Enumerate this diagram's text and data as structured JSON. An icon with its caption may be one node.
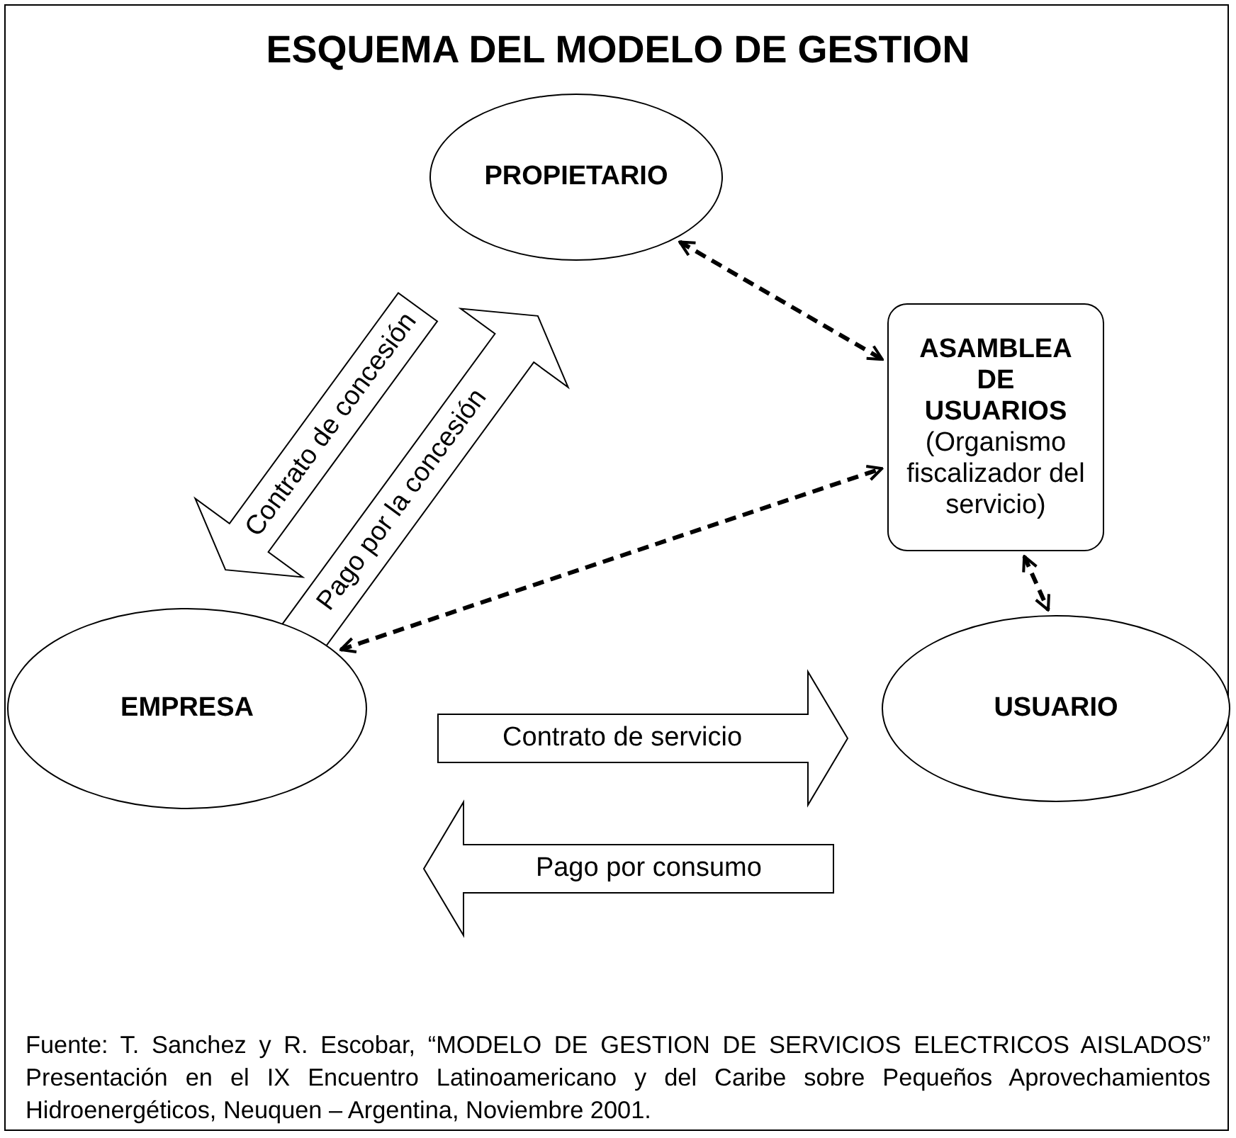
{
  "diagram": {
    "title": "ESQUEMA DEL MODELO DE GESTION",
    "caption": "Fuente: T. Sanchez y R. Escobar, “MODELO DE GESTION DE SERVICIOS ELECTRICOS AISLADOS” Presentación en el IX Encuentro Latinoamericano y del Caribe sobre Pequeños Aprovechamientos Hidroenergéticos, Neuquen – Argentina, Noviembre 2001.",
    "nodes": [
      {
        "text": [
          "PROPIETARIO"
        ]
      },
      {
        "text": [
          "ASAMBLEA DE USUARIOS",
          "(Organismo fiscalizador del servicio)"
        ]
      },
      {
        "text": [
          "EMPRESA"
        ]
      },
      {
        "text": [
          "USUARIO"
        ]
      }
    ],
    "edges": [
      {
        "from": 0,
        "to": 1,
        "arrow": "both",
        "style": "dashed"
      },
      {
        "from": 2,
        "to": 1,
        "arrow": "both",
        "style": "dashed"
      },
      {
        "from": 1,
        "to": 3,
        "arrow": "both",
        "style": "dashed"
      },
      {
        "from": 0,
        "to": 2,
        "arrow": "to",
        "label": "Contrato de concesión",
        "style": "thick"
      },
      {
        "from": 2,
        "to": 0,
        "arrow": "to",
        "label": "Pago por la concesión",
        "style": "thick"
      },
      {
        "from": 2,
        "to": 3,
        "arrow": "to",
        "label": "Contrato de servicio",
        "style": "thick"
      },
      {
        "from": 3,
        "to": 2,
        "arrow": "to",
        "label": "Pago por consumo",
        "style": "thick"
      }
    ]
  }
}
